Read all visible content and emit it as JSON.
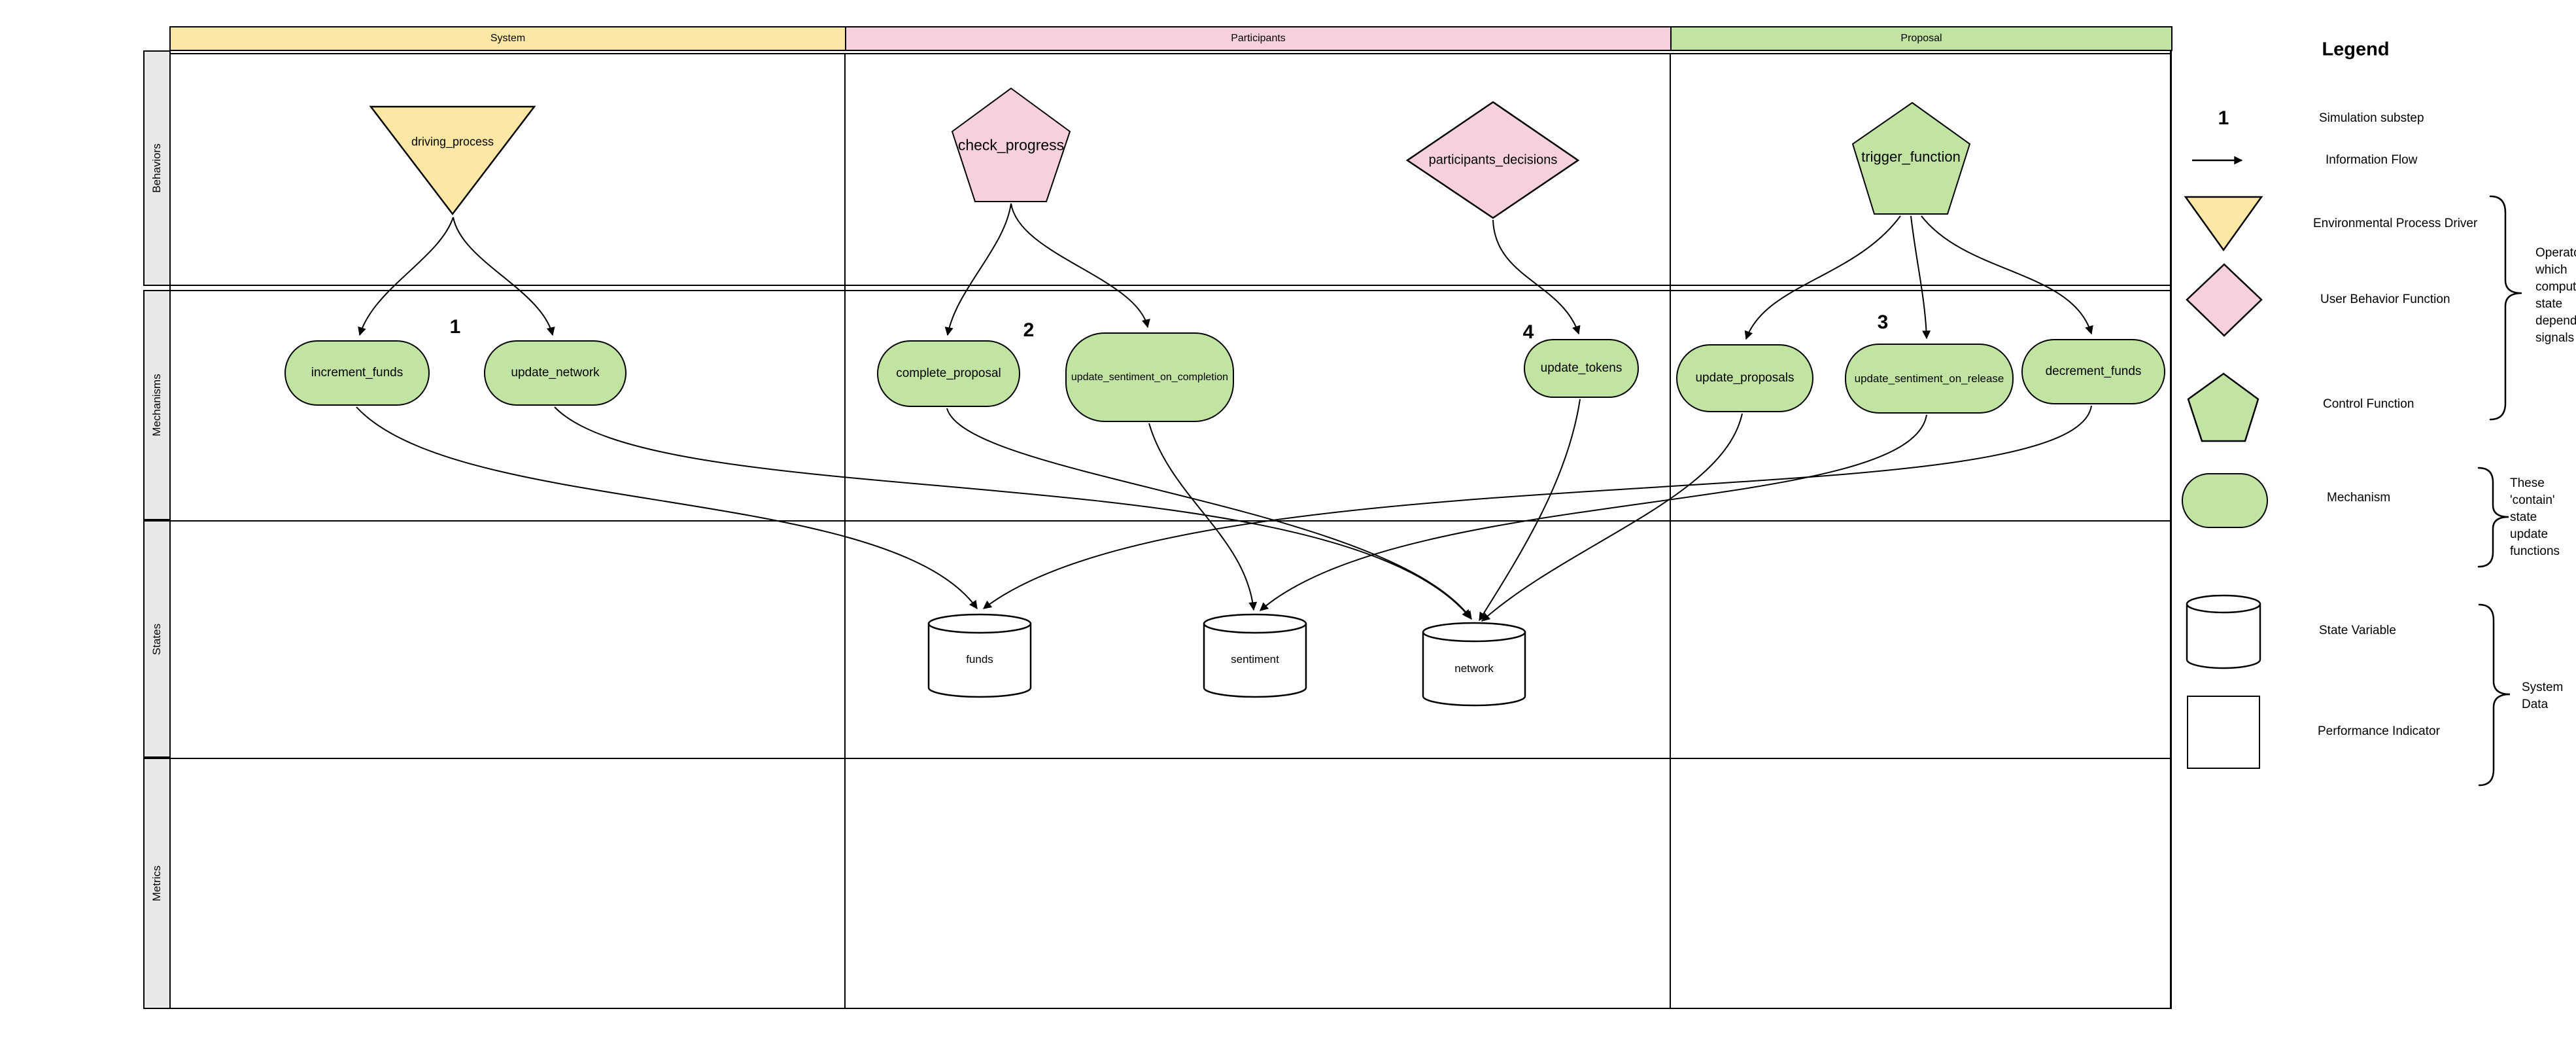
{
  "colors": {
    "yellow": "#FCE8A4",
    "pink": "#F7D0DD",
    "green": "#C1E4A3",
    "strip_gray": "#E9E9E9"
  },
  "matrix": {
    "column_headers": [
      {
        "label": "System"
      },
      {
        "label": "Participants"
      },
      {
        "label": "Proposal"
      }
    ],
    "row_labels": [
      "Behaviors",
      "Mechanisms",
      "States",
      "Metrics"
    ]
  },
  "nodes": {
    "driving_process": "driving_process",
    "check_progress": "check_progress",
    "participants_decisions": "participants_decisions",
    "trigger_function": "trigger_function",
    "increment_funds": "increment_funds",
    "update_network": "update_network",
    "complete_proposal": "complete_proposal",
    "update_sentiment_on_completion": "update_sentiment_on_completion",
    "update_tokens": "update_tokens",
    "update_proposals": "update_proposals",
    "update_sentiment_on_release": "update_sentiment_on_release",
    "decrement_funds": "decrement_funds",
    "funds": "funds",
    "sentiment": "sentiment",
    "network": "network"
  },
  "substeps": [
    "1",
    "2",
    "3",
    "4"
  ],
  "flows": [
    {
      "from": "driving_process",
      "to": "increment_funds"
    },
    {
      "from": "driving_process",
      "to": "update_network"
    },
    {
      "from": "check_progress",
      "to": "complete_proposal"
    },
    {
      "from": "check_progress",
      "to": "update_sentiment_on_completion"
    },
    {
      "from": "participants_decisions",
      "to": "update_tokens"
    },
    {
      "from": "trigger_function",
      "to": "update_proposals"
    },
    {
      "from": "trigger_function",
      "to": "update_sentiment_on_release"
    },
    {
      "from": "trigger_function",
      "to": "decrement_funds"
    },
    {
      "from": "increment_funds",
      "to": "funds"
    },
    {
      "from": "update_network",
      "to": "network"
    },
    {
      "from": "complete_proposal",
      "to": "network"
    },
    {
      "from": "update_sentiment_on_completion",
      "to": "sentiment"
    },
    {
      "from": "update_tokens",
      "to": "network"
    },
    {
      "from": "update_proposals",
      "to": "network"
    },
    {
      "from": "update_sentiment_on_release",
      "to": "sentiment"
    },
    {
      "from": "decrement_funds",
      "to": "funds"
    }
  ],
  "legend": {
    "title": "Legend",
    "items": [
      {
        "label": "Simulation substep",
        "symbol": "substep-number",
        "symbol_text": "1"
      },
      {
        "label": "Information Flow",
        "symbol": "arrow"
      },
      {
        "label": "Environmental Process Driver",
        "symbol": "triangle-down"
      },
      {
        "label": "User Behavior Function",
        "symbol": "diamond"
      },
      {
        "label": "Control Function",
        "symbol": "pentagon"
      },
      {
        "label": "Mechanism",
        "symbol": "rounded-rectangle"
      },
      {
        "label": "State Variable",
        "symbol": "cylinder"
      },
      {
        "label": "Performance Indicator",
        "symbol": "square"
      }
    ],
    "annotations": {
      "operators": "Operators which compute state dependent signals",
      "mechanisms": "These 'contain' state update functions",
      "system_data": "System Data"
    }
  }
}
